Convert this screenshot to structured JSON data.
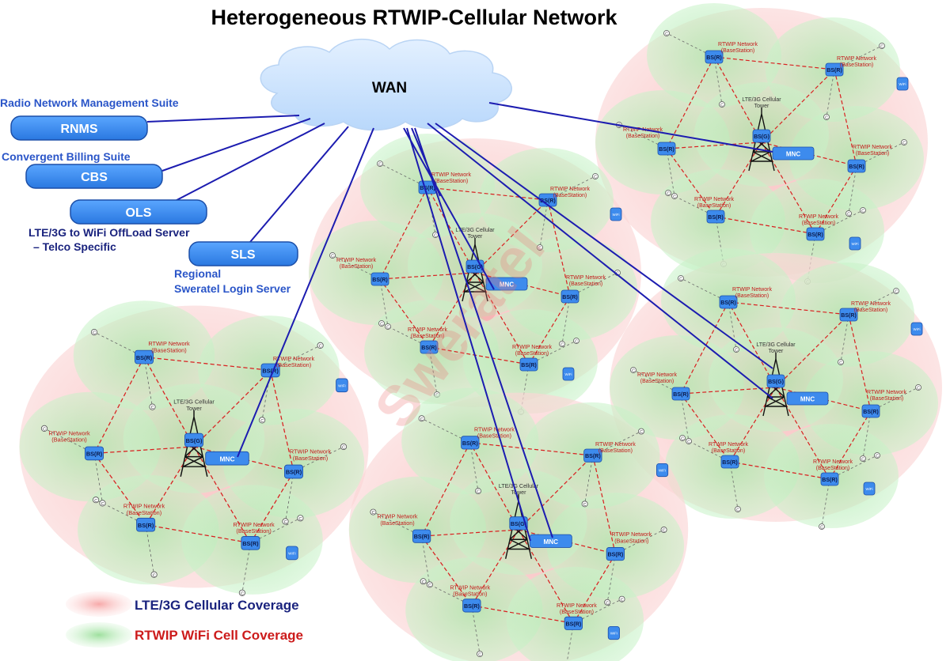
{
  "title": "Heterogeneous RTWIP-Cellular Network",
  "wan": {
    "label": "WAN"
  },
  "servers": [
    {
      "id": "rnms",
      "button_label": "RNMS",
      "caption": "Radio Network Management Suite"
    },
    {
      "id": "cbs",
      "button_label": "CBS",
      "caption": "Convergent Billing Suite"
    },
    {
      "id": "ols",
      "button_label": "OLS",
      "caption_line1": "LTE/3G to WiFi OffLoad Server",
      "caption_line2": "– Telco Specific"
    },
    {
      "id": "sls",
      "button_label": "SLS",
      "caption_line1": "Regional",
      "caption_line2": "Sweratel Login Server"
    }
  ],
  "cell_labels": {
    "tower_line1": "LTE/3G Cellular",
    "tower_line2": "Tower",
    "mnc": "MNC",
    "bs_gateway": "BS(G)",
    "bs_relay": "BS(R)",
    "rtwip_line1": "RTWIP Network",
    "rtwip_line2": "(BaseStation)",
    "wifi": "WiFi",
    "client": "C"
  },
  "watermark": "Sweratel",
  "legend": [
    {
      "label": "LTE/3G Cellular Coverage",
      "color": "#1a237e"
    },
    {
      "label": "RTWIP WiFi Cell Coverage",
      "color": "#cc1b1b"
    }
  ],
  "colors": {
    "cellular_coverage": "#f8b9b9",
    "wifi_coverage": "#b4ecb4",
    "backhaul_link": "#1c1cb0",
    "mesh_link": "#d92020",
    "server_button": "#3d8bed",
    "title_text": "#000000",
    "caption_text": "#2a55c8"
  }
}
